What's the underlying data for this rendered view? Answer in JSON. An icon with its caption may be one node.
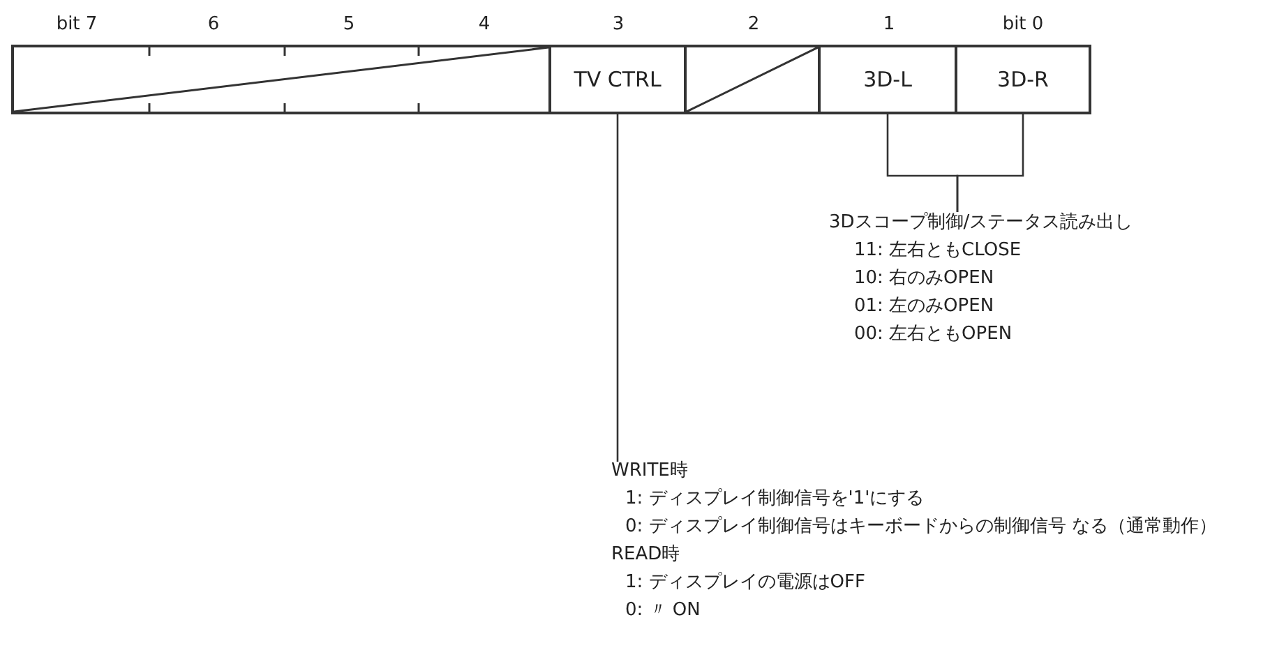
{
  "diagram": {
    "nodes": [
      {
        "text": [],
        "shape": "box"
      },
      {
        "text": [
          "TV CTRL"
        ]
      },
      {
        "text": [],
        "shape": "box"
      },
      {
        "text": [
          "3D-L"
        ]
      },
      {
        "text": [
          "3D-R"
        ]
      },
      {
        "text": [
          "3Dスコープ制御/ステータス読み出し",
          "11: 左右ともCLOSE",
          "10: 右のみOPEN",
          "01: 左のみOPEN",
          "00: 左右ともOPEN"
        ]
      },
      {
        "text": [
          "WRITE時",
          "1: ディスプレイ制御信号を'1'にする",
          "0: ディスプレイ制御信号はキーボードからの制御信号 なる（通常動作）",
          "READ時",
          "1: ディスプレイの電源はOFF",
          "0: 〃 ON"
        ]
      }
    ],
    "edges": [
      {
        "from": 1,
        "to": 6,
        "arrow": "none"
      },
      {
        "from": 3,
        "to": 5,
        "arrow": "none"
      },
      {
        "from": 4,
        "to": 5,
        "arrow": "none"
      }
    ],
    "labels": [
      "bit 7",
      "6",
      "5",
      "4",
      "3",
      "2",
      "1",
      "bit 0"
    ]
  }
}
